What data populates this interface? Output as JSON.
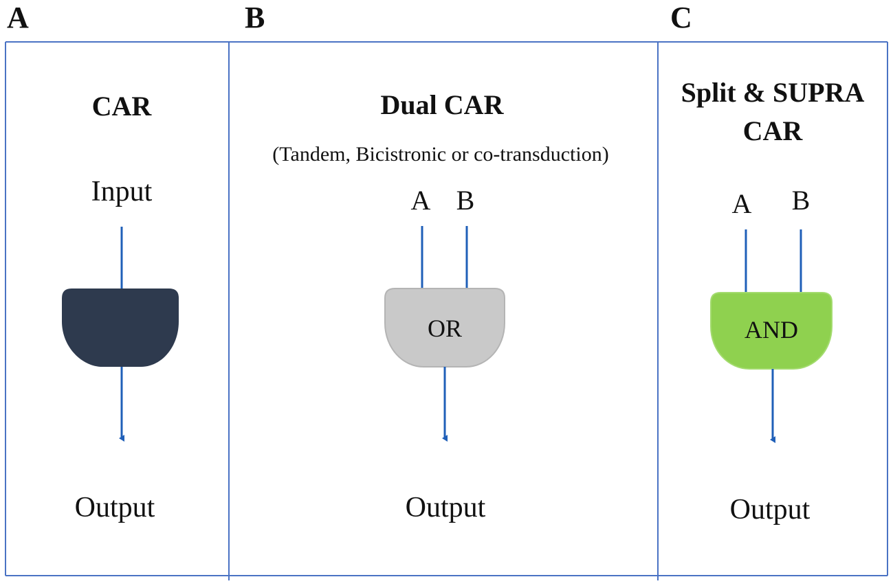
{
  "colors": {
    "frame": "#4a72c4",
    "arrow": "#1f5fb8",
    "gate_car": "#2e3a4e",
    "gate_or": "#c9c9c9",
    "gate_and": "#8fd14f"
  },
  "panels": [
    {
      "letter": "A",
      "title_lines": [
        "CAR"
      ],
      "subtitle": "",
      "inputs": [
        "Input"
      ],
      "gate_label": "",
      "output": "Output"
    },
    {
      "letter": "B",
      "title_lines": [
        "Dual CAR"
      ],
      "subtitle": "(Tandem, Bicistronic or co-transduction)",
      "inputs": [
        "A",
        "B"
      ],
      "gate_label": "OR",
      "output": "Output"
    },
    {
      "letter": "C",
      "title_lines": [
        "Split & SUPRA",
        "CAR"
      ],
      "subtitle": "",
      "inputs": [
        "A",
        "B"
      ],
      "gate_label": "AND",
      "output": "Output"
    }
  ]
}
